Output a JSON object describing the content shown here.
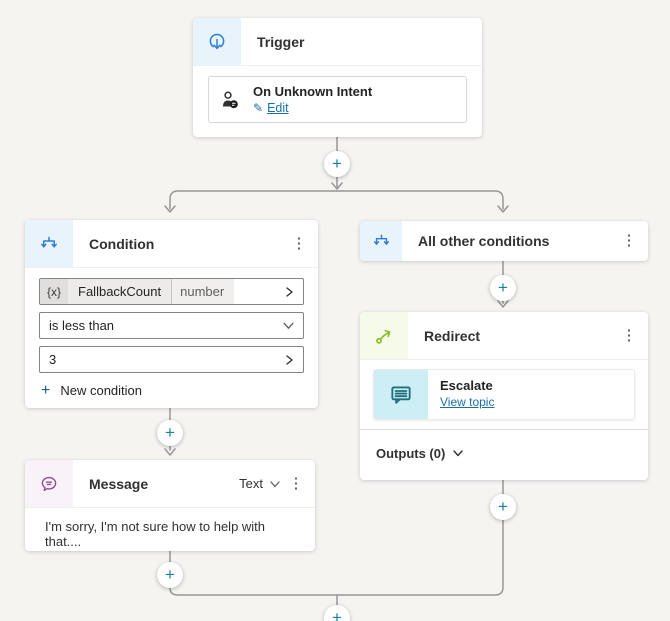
{
  "canvas": {
    "background": "#f5f4f1",
    "connector_color": "#999795"
  },
  "colors": {
    "accent_blue": "#2b7fd4",
    "accent_green": "#86bc25",
    "accent_purple": "#8f4e8f",
    "accent_teal": "#1f6f7c",
    "link_blue": "#1a6fa8",
    "plus_teal": "#1a7f9e",
    "icon_bg_blue": "#e9f3fc",
    "icon_bg_green": "#f5fae9",
    "icon_bg_purple": "#f9f3f9",
    "icon_bg_cyan": "#cdeef5"
  },
  "icons": {
    "kebab": "⋮",
    "pencil": "✎",
    "plus": "+"
  },
  "trigger": {
    "title": "Trigger",
    "intent": {
      "title": "On Unknown Intent",
      "edit_label": "Edit"
    }
  },
  "condition": {
    "title": "Condition",
    "variable": {
      "prefix": "{x}",
      "name": "FallbackCount",
      "type": "number"
    },
    "operator": "is less than",
    "value": "3",
    "new_condition_label": "New condition"
  },
  "all_other_conditions": {
    "title": "All other conditions"
  },
  "redirect": {
    "title": "Redirect",
    "topic": {
      "title": "Escalate",
      "link_label": "View topic"
    },
    "outputs_label": "Outputs (0)"
  },
  "message": {
    "title": "Message",
    "mode": "Text",
    "body": "I'm sorry, I'm not sure how to help with that...."
  }
}
